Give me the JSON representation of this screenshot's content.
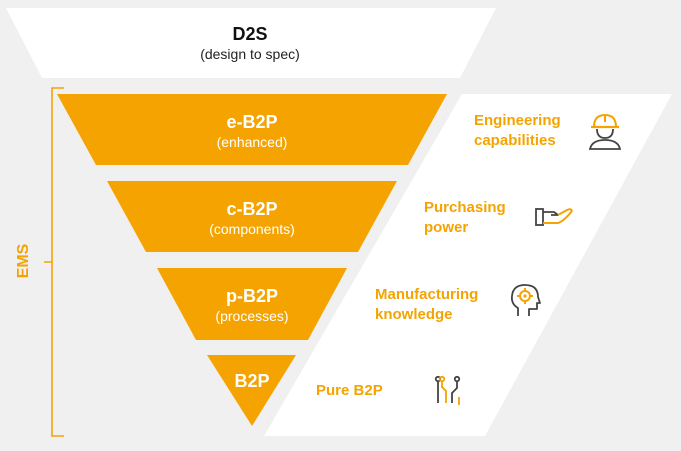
{
  "colors": {
    "accent": "#f5a300",
    "panel": "#ffffff",
    "background": "#f0f0f0"
  },
  "top": {
    "title": "D2S",
    "subtitle": "(design to spec)"
  },
  "side_label": "EMS",
  "tiers": [
    {
      "title": "e-B2P",
      "subtitle": "(enhanced)",
      "capability": "Engineering capabilities",
      "icon": "engineer-helmet-icon"
    },
    {
      "title": "c-B2P",
      "subtitle": "(components)",
      "capability": "Purchasing power",
      "icon": "hand-giving-icon"
    },
    {
      "title": "p-B2P",
      "subtitle": "(processes)",
      "capability": "Manufacturing knowledge",
      "icon": "head-gear-icon"
    },
    {
      "title": "B2P",
      "subtitle": "",
      "capability": "Pure B2P",
      "icon": "circuit-icon"
    }
  ]
}
